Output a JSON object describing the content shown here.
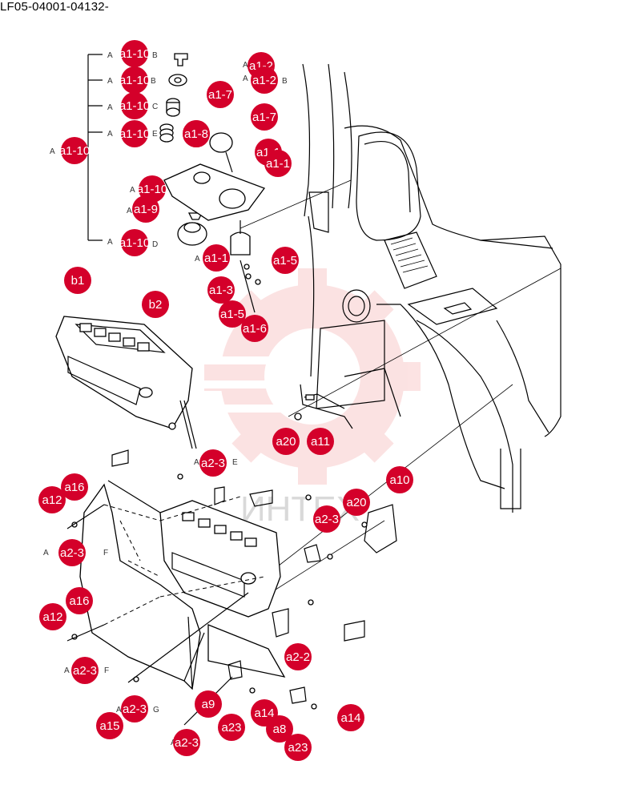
{
  "document": {
    "id": "LF05-04001-04132-"
  },
  "watermark": {
    "text": "ИНТЕХ",
    "color": "#f6c3c3"
  },
  "callout_color": "#d4002a",
  "callouts": [
    {
      "id": "c01",
      "label": "a1-10"
    },
    {
      "id": "c02",
      "label": "a1-10"
    },
    {
      "id": "c03",
      "label": "a1-10"
    },
    {
      "id": "c04",
      "label": "a1-10"
    },
    {
      "id": "c05",
      "label": "a1-10"
    },
    {
      "id": "c06",
      "label": "a1-10"
    },
    {
      "id": "c07",
      "label": "a1-10"
    },
    {
      "id": "c08",
      "label": "a1-10"
    },
    {
      "id": "c09",
      "label": "a1-2"
    },
    {
      "id": "c10",
      "label": "a1-2"
    },
    {
      "id": "c11",
      "label": "a1-7"
    },
    {
      "id": "c12",
      "label": "a1-7"
    },
    {
      "id": "c13",
      "label": "a1-8"
    },
    {
      "id": "c14",
      "label": "a1-1"
    },
    {
      "id": "c15",
      "label": "a1-1"
    },
    {
      "id": "c16",
      "label": "a1-9"
    },
    {
      "id": "c17",
      "label": "a1-1"
    },
    {
      "id": "c18",
      "label": "a1-5"
    },
    {
      "id": "c19",
      "label": "a1-3"
    },
    {
      "id": "c20",
      "label": "a1-5"
    },
    {
      "id": "c21",
      "label": "a1-6"
    },
    {
      "id": "c22",
      "label": "b1"
    },
    {
      "id": "c23",
      "label": "b2"
    },
    {
      "id": "c24",
      "label": "a20"
    },
    {
      "id": "c25",
      "label": "a11"
    },
    {
      "id": "c26",
      "label": "a2-3"
    },
    {
      "id": "c27",
      "label": "a16"
    },
    {
      "id": "c28",
      "label": "a12"
    },
    {
      "id": "c29",
      "label": "a2-3"
    },
    {
      "id": "c30",
      "label": "a10"
    },
    {
      "id": "c31",
      "label": "a20"
    },
    {
      "id": "c32",
      "label": "a2-3"
    },
    {
      "id": "c33",
      "label": "a16"
    },
    {
      "id": "c34",
      "label": "a12"
    },
    {
      "id": "c35",
      "label": "a2-3"
    },
    {
      "id": "c36",
      "label": "a2-2"
    },
    {
      "id": "c37",
      "label": "a9"
    },
    {
      "id": "c38",
      "label": "a14"
    },
    {
      "id": "c39",
      "label": "a2-3"
    },
    {
      "id": "c40",
      "label": "a15"
    },
    {
      "id": "c41",
      "label": "a23"
    },
    {
      "id": "c42",
      "label": "a8"
    },
    {
      "id": "c43",
      "label": "a14"
    },
    {
      "id": "c44",
      "label": "a2-3"
    },
    {
      "id": "c45",
      "label": "a23"
    }
  ],
  "ref_marks": [
    {
      "id": "r01",
      "text": "A"
    },
    {
      "id": "r02",
      "text": "A"
    },
    {
      "id": "r03",
      "text": "B"
    },
    {
      "id": "r04",
      "text": "A"
    },
    {
      "id": "r05",
      "text": "B"
    },
    {
      "id": "r06",
      "text": "A"
    },
    {
      "id": "r07",
      "text": "C"
    },
    {
      "id": "r08",
      "text": "A"
    },
    {
      "id": "r09",
      "text": "E"
    },
    {
      "id": "r10",
      "text": "A"
    },
    {
      "id": "r11",
      "text": "A"
    },
    {
      "id": "r12",
      "text": "D"
    },
    {
      "id": "r13",
      "text": "A"
    },
    {
      "id": "r14",
      "text": "A"
    },
    {
      "id": "r15",
      "text": "A"
    },
    {
      "id": "r16",
      "text": "B"
    },
    {
      "id": "r17",
      "text": "A"
    },
    {
      "id": "r18",
      "text": "A"
    },
    {
      "id": "r19",
      "text": "a"
    },
    {
      "id": "r20",
      "text": "E"
    },
    {
      "id": "r21",
      "text": "A"
    },
    {
      "id": "r22",
      "text": "E"
    },
    {
      "id": "r23",
      "text": "A"
    },
    {
      "id": "r24",
      "text": "F"
    },
    {
      "id": "r25",
      "text": "A"
    },
    {
      "id": "r26",
      "text": "F"
    },
    {
      "id": "r27",
      "text": "A"
    },
    {
      "id": "r28",
      "text": "G"
    },
    {
      "id": "r29",
      "text": "A"
    }
  ]
}
